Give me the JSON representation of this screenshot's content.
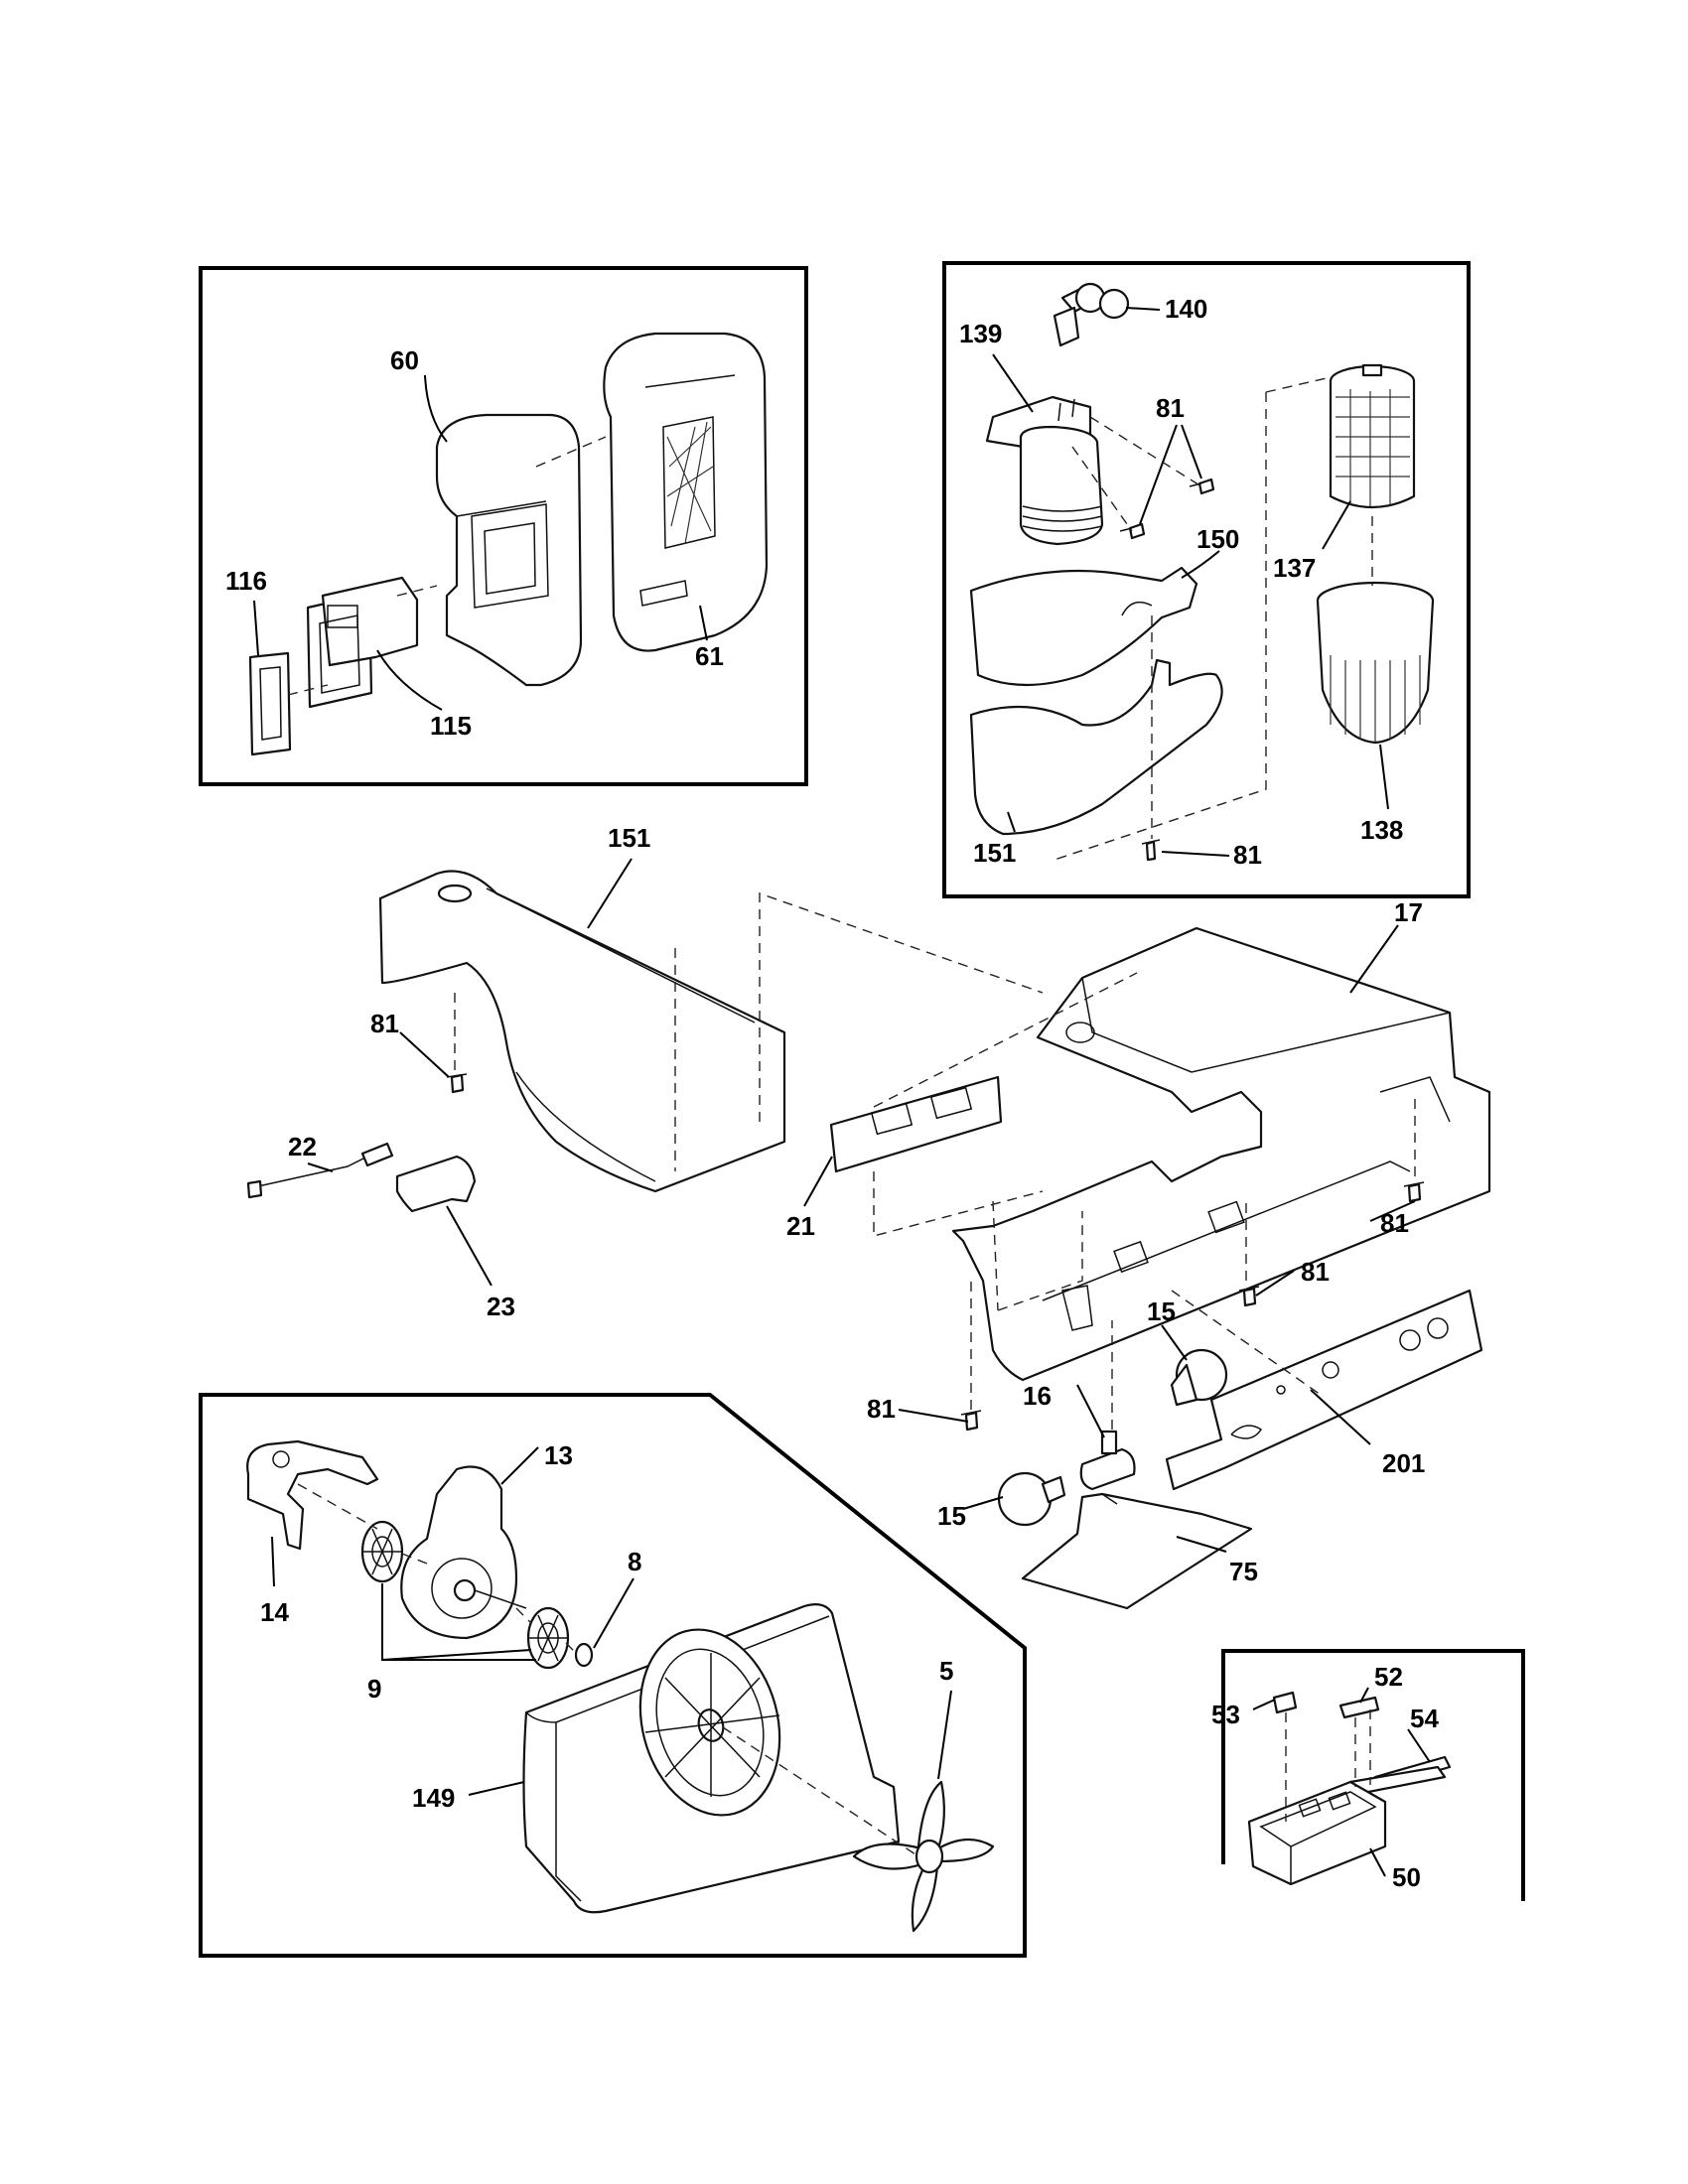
{
  "labels": {
    "l60": "60",
    "l61": "61",
    "l115": "115",
    "l116": "116",
    "l139": "139",
    "l140": "140",
    "l81a": "81",
    "l150": "150",
    "l137": "137",
    "l138": "138",
    "l151a": "151",
    "l81b": "81",
    "l151b": "151",
    "l17": "17",
    "l81c": "81",
    "l22": "22",
    "l23": "23",
    "l21": "21",
    "l81d": "81",
    "l15a": "15",
    "l16": "16",
    "l81e": "81",
    "l15b": "15",
    "l201": "201",
    "l75": "75",
    "l13": "13",
    "l14": "14",
    "l8": "8",
    "l9": "9",
    "l5": "5",
    "l149": "149",
    "l53": "53",
    "l52": "52",
    "l54": "54",
    "l50": "50"
  }
}
